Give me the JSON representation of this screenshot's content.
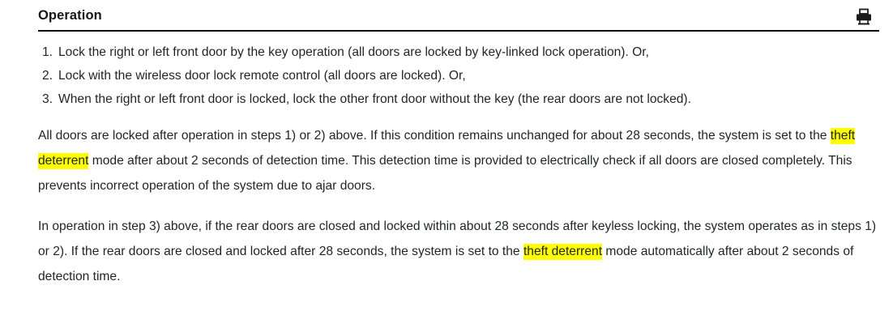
{
  "header": {
    "title": "Operation",
    "print_icon": "printer-icon"
  },
  "steps": [
    {
      "marker": "1.",
      "text": "Lock the right or left front door by the key operation (all doors are locked by key-linked lock operation). Or,"
    },
    {
      "marker": "2.",
      "text": "Lock with the wireless door lock remote control (all doors are locked). Or,"
    },
    {
      "marker": "3.",
      "text": "When the right or left front door is locked, lock the other front door without the key (the rear doors are not locked)."
    }
  ],
  "paragraphs": {
    "p1": {
      "part_a": "All doors are locked after operation in steps 1) or 2) above. If this condition remains unchanged for about 28 seconds, the system is set to the ",
      "highlight": "theft deterrent",
      "part_b": " mode after about 2 seconds of detection time. This detection time is provided to electrically check if all doors are closed completely. This prevents incorrect operation of the system due to ajar doors."
    },
    "p2": {
      "part_a": "In operation in step 3) above, if the rear doors are closed and locked within about 28 seconds after keyless locking, the system operates as in steps 1) or 2). If the rear doors are closed and locked after 28 seconds, the system is set to the ",
      "highlight": "theft deterrent",
      "part_b": " mode automatically after about 2 seconds of detection time."
    }
  },
  "colors": {
    "highlight": "#FFFF00",
    "text": "#1f2328",
    "rule": "#000000",
    "background": "#FFFFFF"
  }
}
